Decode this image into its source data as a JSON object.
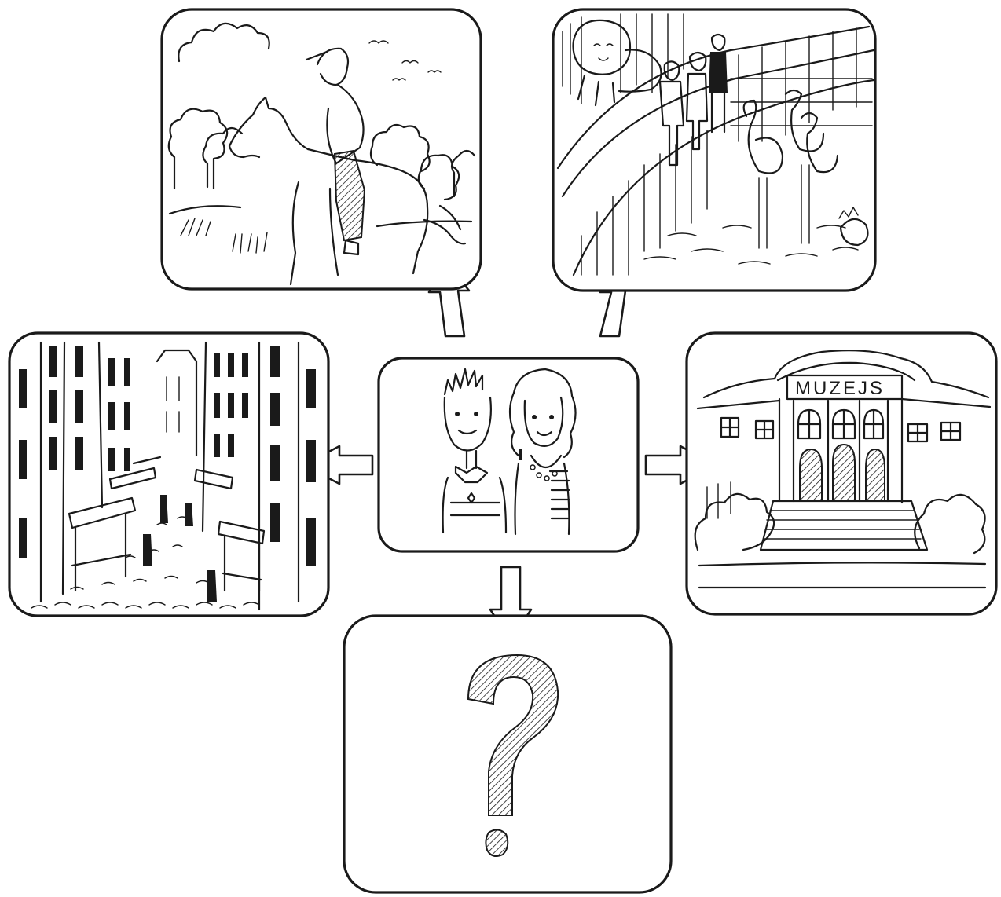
{
  "museum_sign": "MUZEJS",
  "panels": [
    {
      "id": "horse-riding",
      "depicts": "horse-rider-countryside"
    },
    {
      "id": "zoo",
      "depicts": "zoo-lion-flamingos-visitors"
    },
    {
      "id": "old-town-market",
      "depicts": "narrow-street-market-stalls"
    },
    {
      "id": "center",
      "depicts": "boy-and-girl"
    },
    {
      "id": "museum",
      "depicts": "museum-building"
    },
    {
      "id": "unknown",
      "depicts": "question-mark"
    }
  ],
  "colors": {
    "ink": "#1a1a1a",
    "paper": "#ffffff"
  }
}
